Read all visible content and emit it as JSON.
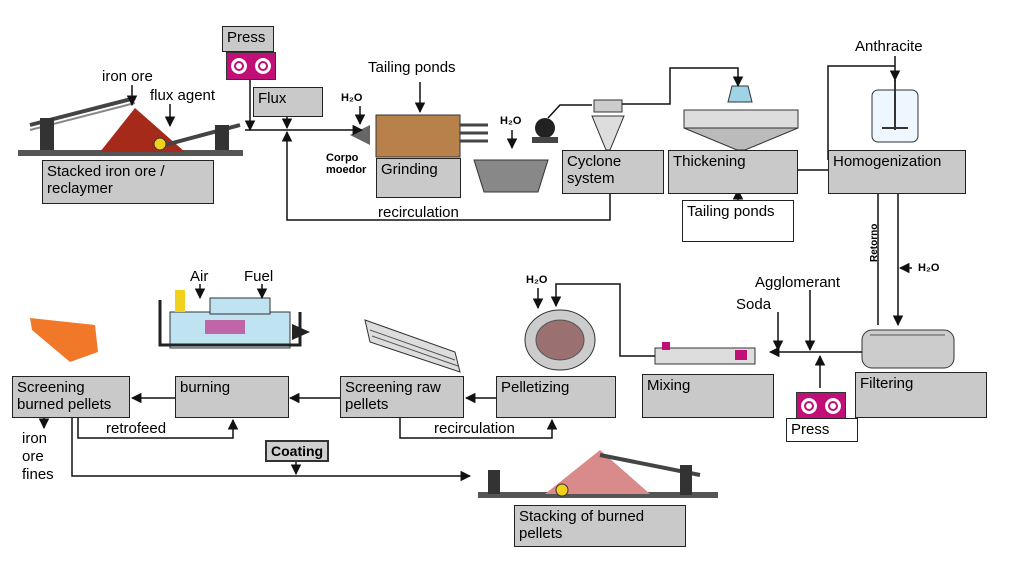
{
  "labels": {
    "press_top": "Press",
    "flux": "Flux",
    "iron_ore": "iron ore",
    "flux_agent": "flux agent",
    "stacked_iron_ore": "Stacked iron ore / reclaymer",
    "tailing_ponds_top": "Tailing ponds",
    "h2o_1": "H₂O",
    "corpo_moedor": "Corpo\nmoedor",
    "grinding": "Grinding",
    "h2o_2": "H₂O",
    "cyclone_system": "Cyclone system",
    "thickening": "Thickening",
    "anthracite": "Anthracite",
    "homogenization": "Homogenization",
    "recirculation_top": "recirculation",
    "tailing_ponds_box": "Tailing ponds",
    "retorno": "Retorno",
    "h2o_3": "H₂O",
    "agglomerant": "Agglomerant",
    "soda": "Soda",
    "air": "Air",
    "fuel": "Fuel",
    "h2o_4": "H₂O",
    "screening_burned": "Screening burned pellets",
    "burning": "burning",
    "screening_raw": "Screening raw pellets",
    "pelletizing": "Pelletizing",
    "mixing": "Mixing",
    "filtering": "Filtering",
    "press_bottom": "Press",
    "retrofeed": "retrofeed",
    "recirculation_bottom": "recirculation",
    "iron_ore_fines": "iron\nore\nfines",
    "coating": "Coating",
    "stacking_burned": "Stacking of burned pellets"
  },
  "colors": {
    "box_fill": "#c9c9c9",
    "ore": "#a52a1a",
    "pellet_pile": "#d98a8a",
    "press": "#c01078",
    "furnace": "#bfe3f0",
    "fines": "#f07828"
  }
}
